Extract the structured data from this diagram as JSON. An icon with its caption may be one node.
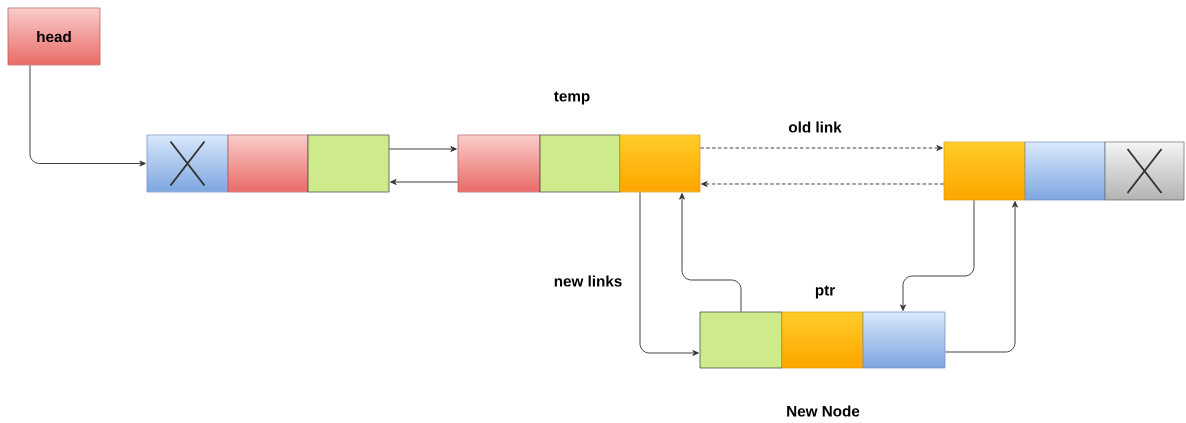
{
  "diagram": {
    "nodes": [
      {
        "text": [
          "head"
        ]
      },
      {
        "text": [],
        "shape": "box"
      },
      {
        "text": [],
        "shape": "box"
      },
      {
        "text": [],
        "shape": "box"
      },
      {
        "text": [],
        "shape": "box"
      },
      {
        "text": [],
        "shape": "box"
      },
      {
        "text": [],
        "shape": "box"
      },
      {
        "text": [],
        "shape": "box"
      },
      {
        "text": [],
        "shape": "box"
      },
      {
        "text": [],
        "shape": "box"
      },
      {
        "text": [],
        "shape": "box"
      },
      {
        "text": [],
        "shape": "box"
      },
      {
        "text": [],
        "shape": "box"
      }
    ],
    "edges": [
      {
        "from": 0,
        "to": 1,
        "arrow": "to"
      },
      {
        "from": 3,
        "to": 4,
        "arrow": "to"
      },
      {
        "from": 4,
        "to": 3,
        "arrow": "to"
      },
      {
        "from": 6,
        "to": 7,
        "arrow": "to",
        "style": "dashed",
        "label": "old link"
      },
      {
        "from": 7,
        "to": 6,
        "arrow": "to",
        "style": "dashed"
      },
      {
        "from": 6,
        "to": 10,
        "arrow": "to"
      },
      {
        "from": 10,
        "to": 6,
        "arrow": "to"
      },
      {
        "from": 7,
        "to": 12,
        "arrow": "to"
      },
      {
        "from": 12,
        "to": 7,
        "arrow": "to"
      }
    ],
    "labels": [
      "temp",
      "new links",
      "ptr",
      "New Node"
    ]
  }
}
